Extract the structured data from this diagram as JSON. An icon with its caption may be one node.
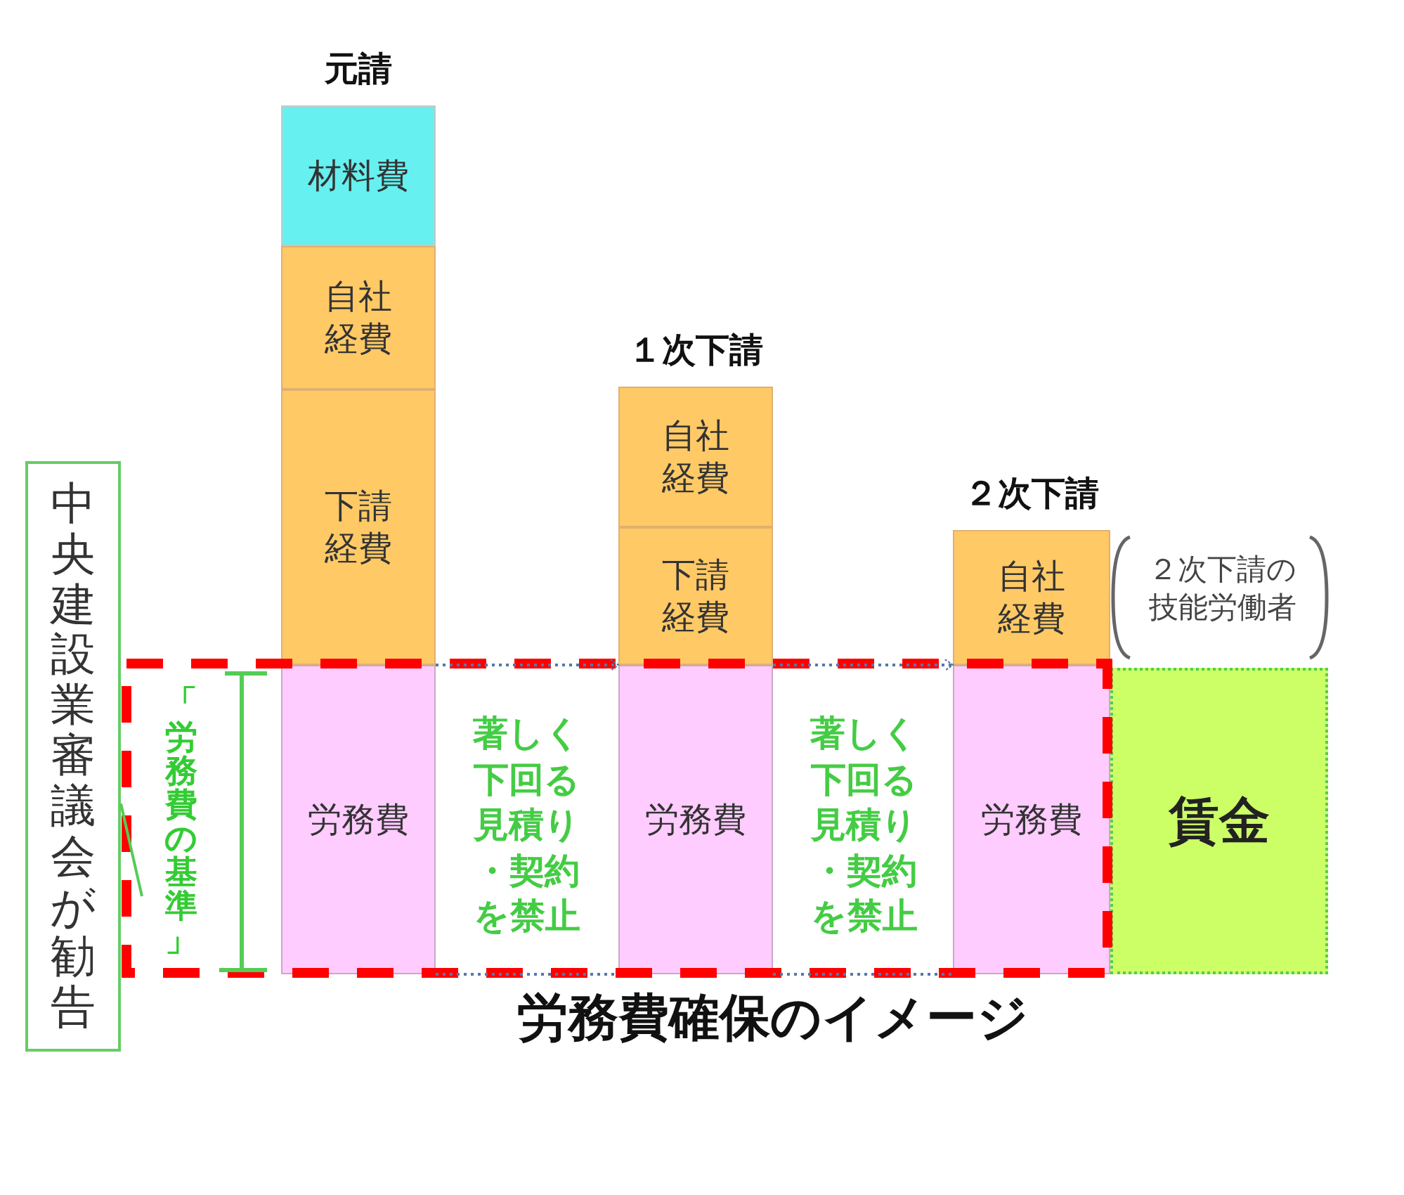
{
  "diagram": {
    "title": "労務費確保のイメージ",
    "nodes": [
      {
        "text": [
          "中央建設業審議会が勧告"
        ]
      },
      {
        "text": [
          "「労務費の基準」"
        ]
      },
      {
        "text": [
          "材料費"
        ],
        "beside": [
          "元請"
        ]
      },
      {
        "text": [
          "自社経費"
        ]
      },
      {
        "text": [
          "下請経費"
        ]
      },
      {
        "text": [
          "労務費"
        ]
      },
      {
        "text": [
          "自社経費"
        ],
        "beside": [
          "１次下請"
        ]
      },
      {
        "text": [
          "下請経費"
        ]
      },
      {
        "text": [
          "労務費"
        ]
      },
      {
        "text": [
          "自社経費"
        ],
        "beside": [
          "２次下請"
        ]
      },
      {
        "text": [
          "労務費"
        ]
      },
      {
        "text": [
          "賃金"
        ]
      }
    ],
    "edges": [
      {
        "from": 0,
        "to": 1,
        "arrow": "none",
        "color": "#55cc55"
      },
      {
        "from": 5,
        "to": 8,
        "arrow": "to",
        "style": "dashed"
      },
      {
        "from": 8,
        "to": 10,
        "arrow": "to",
        "style": "dashed"
      },
      {
        "from": 5,
        "to": 8,
        "arrow": "none",
        "style": "dashed"
      },
      {
        "from": 8,
        "to": 10,
        "arrow": "none",
        "style": "dashed"
      }
    ],
    "labels": [
      "著しく下回る見積り・契約を禁止",
      "著しく下回る見積り・契約を禁止",
      "２次下請の技能労働者"
    ]
  }
}
